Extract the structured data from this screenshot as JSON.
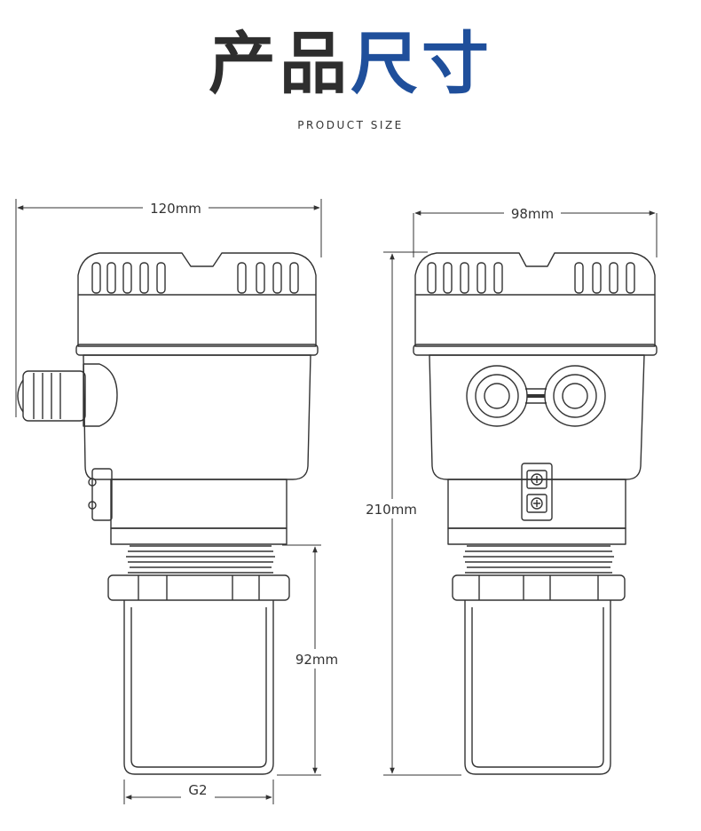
{
  "header": {
    "title_part1": "产品",
    "title_part2": "尺寸",
    "subtitle": "PRODUCT SIZE"
  },
  "dimensions": {
    "width_side": "120mm",
    "width_front": "98mm",
    "height_total": "210mm",
    "probe_length": "92mm",
    "thread": "G2"
  },
  "colors": {
    "title_dark": "#2e2e2e",
    "title_accent": "#1f4f9b",
    "line": "#333333"
  }
}
